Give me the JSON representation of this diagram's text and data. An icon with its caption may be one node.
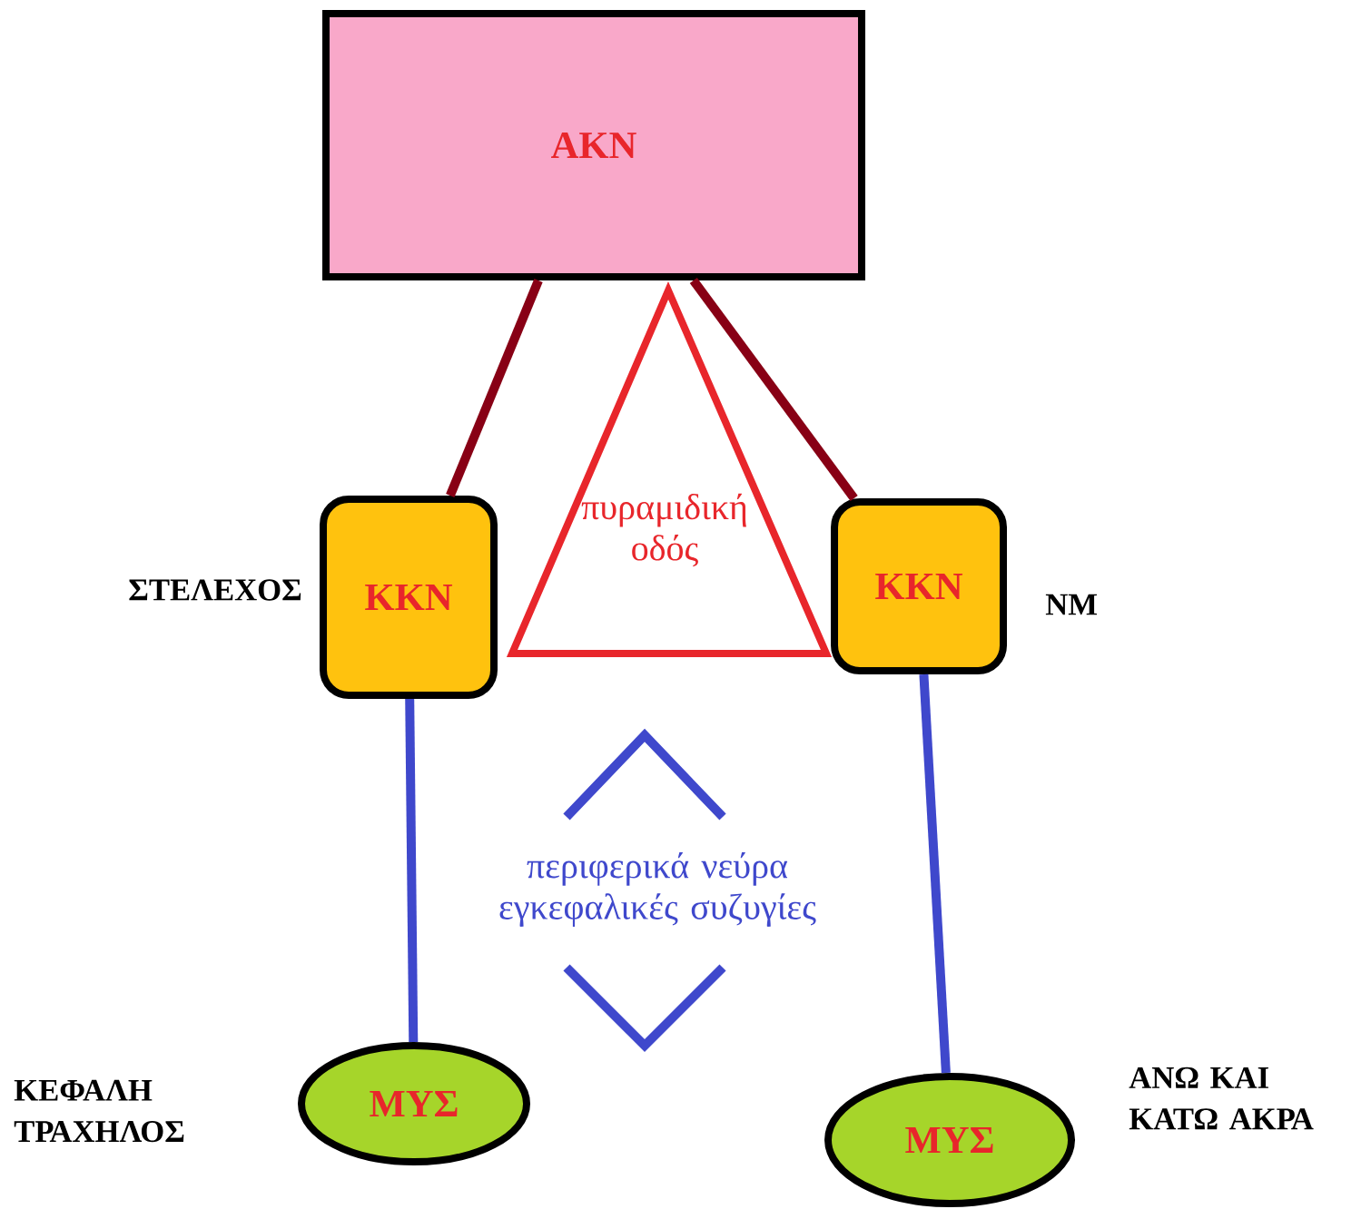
{
  "diagram": {
    "nodes": [
      {
        "text": [
          "AKN"
        ]
      },
      {
        "text": [
          "KKN"
        ],
        "beside": [
          "ΣΤΕΛΕΧΟΣ"
        ]
      },
      {
        "text": [
          "KKN"
        ],
        "beside": [
          "NM"
        ]
      },
      {
        "text": [
          "ΜΥΣ"
        ],
        "beside": [
          "ΚΕΦΑΛΗ ΤΡΑΧΗΛΟΣ"
        ]
      },
      {
        "text": [
          "ΜΥΣ"
        ],
        "beside": [
          "ΑΝΩ ΚΑΙ ΚΑΤΩ ΑΚΡΑ"
        ]
      },
      {
        "text": [
          "πυραμιδική οδός"
        ]
      },
      {
        "text": [
          "περιφερικά νεύρα εγκεφαλικές συζυγίες"
        ]
      }
    ],
    "edges": [
      {
        "from": 0,
        "to": 1,
        "arrow": "none",
        "color": "#880015"
      },
      {
        "from": 0,
        "to": 2,
        "arrow": "none",
        "color": "#880015"
      },
      {
        "from": 1,
        "to": 3,
        "arrow": "none",
        "color": "#3f48cc"
      },
      {
        "from": 2,
        "to": 4,
        "arrow": "none",
        "color": "#3f48cc"
      }
    ]
  }
}
